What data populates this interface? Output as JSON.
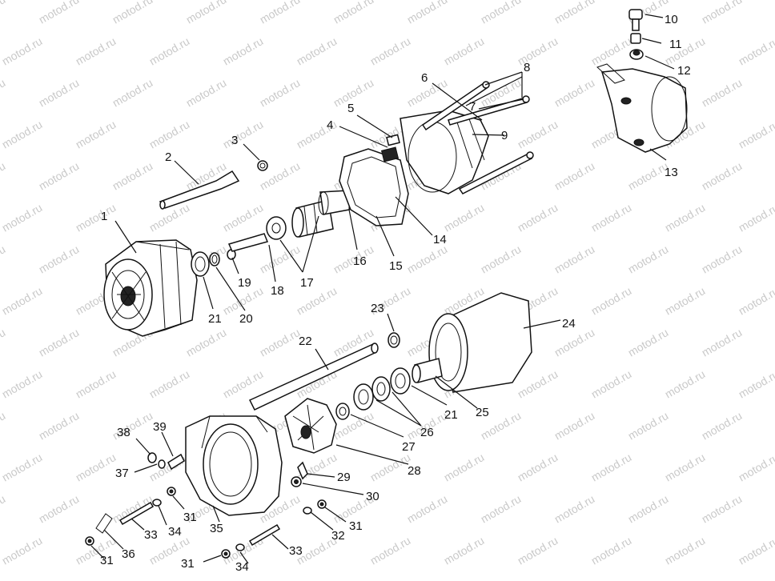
{
  "watermark": "motod.ru",
  "callouts": [
    {
      "id": "c1",
      "text": "1"
    },
    {
      "id": "c2",
      "text": "2"
    },
    {
      "id": "c3",
      "text": "3"
    },
    {
      "id": "c4",
      "text": "4"
    },
    {
      "id": "c5",
      "text": "5"
    },
    {
      "id": "c6",
      "text": "6"
    },
    {
      "id": "c7",
      "text": "7"
    },
    {
      "id": "c8",
      "text": "8"
    },
    {
      "id": "c9",
      "text": "9"
    },
    {
      "id": "c10",
      "text": "10"
    },
    {
      "id": "c11",
      "text": "11"
    },
    {
      "id": "c12",
      "text": "12"
    },
    {
      "id": "c13",
      "text": "13"
    },
    {
      "id": "c14",
      "text": "14"
    },
    {
      "id": "c15",
      "text": "15"
    },
    {
      "id": "c16",
      "text": "16"
    },
    {
      "id": "c17",
      "text": "17"
    },
    {
      "id": "c18",
      "text": "18"
    },
    {
      "id": "c19",
      "text": "19"
    },
    {
      "id": "c20",
      "text": "20"
    },
    {
      "id": "c21a",
      "text": "21"
    },
    {
      "id": "c22",
      "text": "22"
    },
    {
      "id": "c23",
      "text": "23"
    },
    {
      "id": "c24",
      "text": "24"
    },
    {
      "id": "c21b",
      "text": "21"
    },
    {
      "id": "c25",
      "text": "25"
    },
    {
      "id": "c26",
      "text": "26"
    },
    {
      "id": "c27",
      "text": "27"
    },
    {
      "id": "c28",
      "text": "28"
    },
    {
      "id": "c29",
      "text": "29"
    },
    {
      "id": "c30",
      "text": "30"
    },
    {
      "id": "c31a",
      "text": "31"
    },
    {
      "id": "c31b",
      "text": "31"
    },
    {
      "id": "c31c",
      "text": "31"
    },
    {
      "id": "c31d",
      "text": "31"
    },
    {
      "id": "c32",
      "text": "32"
    },
    {
      "id": "c33a",
      "text": "33"
    },
    {
      "id": "c33b",
      "text": "33"
    },
    {
      "id": "c34a",
      "text": "34"
    },
    {
      "id": "c34b",
      "text": "34"
    },
    {
      "id": "c35",
      "text": "35"
    },
    {
      "id": "c36",
      "text": "36"
    },
    {
      "id": "c37",
      "text": "37"
    },
    {
      "id": "c38",
      "text": "38"
    },
    {
      "id": "c39",
      "text": "39"
    }
  ]
}
